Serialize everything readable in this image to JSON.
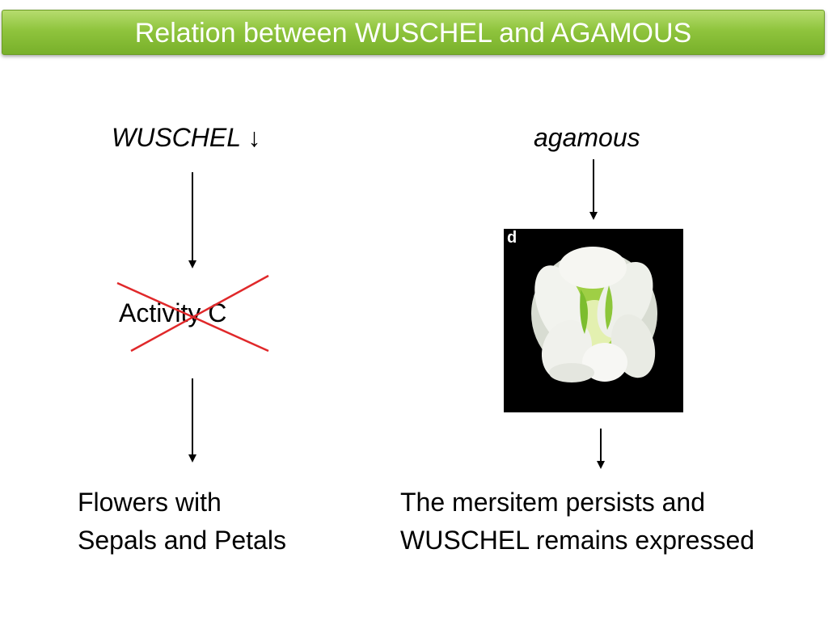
{
  "title": "Relation between WUSCHEL and AGAMOUS",
  "left": {
    "gene_label": "WUSCHEL",
    "gene_arrow_symbol": "↓",
    "activity_label": "Activity C",
    "outcome_line1": "Flowers with",
    "outcome_line2": "Sepals and Petals"
  },
  "right": {
    "gene_label": "agamous",
    "photo_panel_letter": "d",
    "outcome_line1": "The mersitem persists and",
    "outcome_line2": "WUSCHEL remains expressed"
  },
  "colors": {
    "title_bar": "#8fc43d",
    "title_text": "#ffffff",
    "cross_mark": "#e0282a"
  },
  "icons": {
    "cross": "x-cross-icon",
    "arrows": "arrow-down-icon"
  }
}
